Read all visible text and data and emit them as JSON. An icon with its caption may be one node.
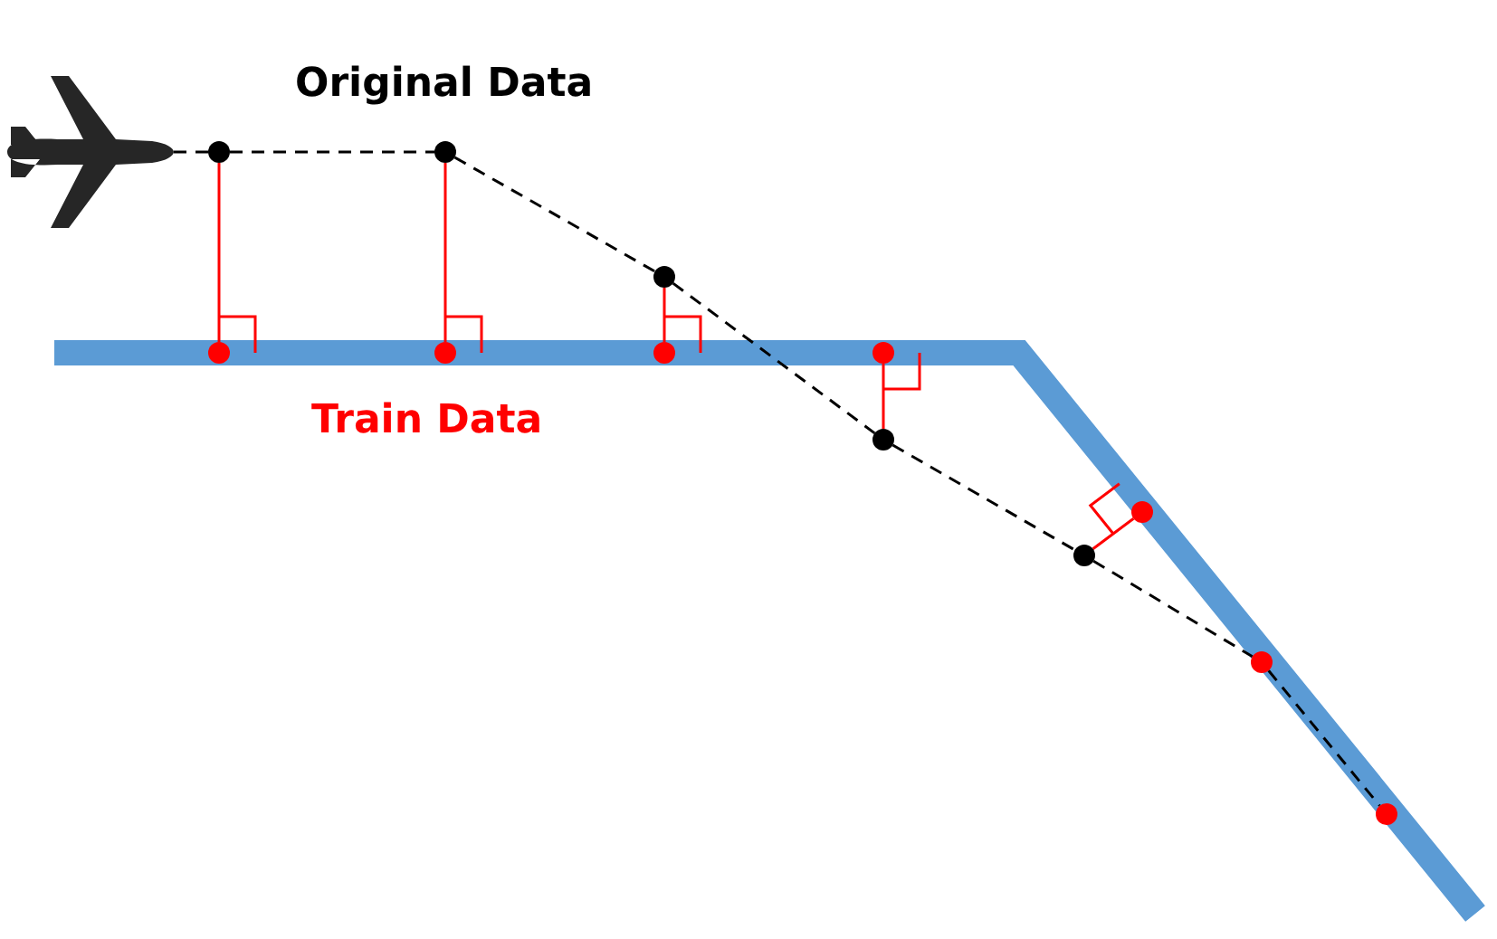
{
  "diagram": {
    "nodes": [
      {
        "text": [],
        "shape": "airplane"
      },
      {
        "text": [],
        "shape": "circle"
      },
      {
        "text": [],
        "shape": "circle"
      },
      {
        "text": [],
        "shape": "circle"
      },
      {
        "text": [],
        "shape": "circle"
      },
      {
        "text": [],
        "shape": "circle"
      },
      {
        "text": [],
        "shape": "circle"
      },
      {
        "text": [],
        "shape": "circle"
      },
      {
        "text": [],
        "shape": "circle"
      },
      {
        "text": [],
        "shape": "circle"
      },
      {
        "text": [],
        "shape": "circle"
      },
      {
        "text": [],
        "shape": "circle"
      },
      {
        "text": [],
        "shape": "circle"
      }
    ],
    "edges": [
      {
        "from": 0,
        "to": 1,
        "arrow": "none",
        "style": "dashed"
      },
      {
        "from": 1,
        "to": 2,
        "arrow": "none",
        "style": "dashed"
      },
      {
        "from": 2,
        "to": 3,
        "arrow": "none",
        "style": "dashed"
      },
      {
        "from": 3,
        "to": 4,
        "arrow": "none",
        "style": "dashed"
      },
      {
        "from": 4,
        "to": 5,
        "arrow": "none",
        "style": "dashed"
      },
      {
        "from": 5,
        "to": 11,
        "arrow": "none",
        "style": "dashed"
      },
      {
        "from": 11,
        "to": 12,
        "arrow": "none",
        "style": "dashed"
      },
      {
        "from": 1,
        "to": 6,
        "arrow": "none",
        "color": "#ff0000"
      },
      {
        "from": 2,
        "to": 7,
        "arrow": "none",
        "color": "#ff0000"
      },
      {
        "from": 3,
        "to": 8,
        "arrow": "none",
        "color": "#ff0000"
      },
      {
        "from": 4,
        "to": 9,
        "arrow": "none",
        "color": "#ff0000"
      },
      {
        "from": 5,
        "to": 10,
        "arrow": "none",
        "color": "#ff0000"
      }
    ],
    "labels": [
      "Original Data",
      "Train Data"
    ]
  }
}
